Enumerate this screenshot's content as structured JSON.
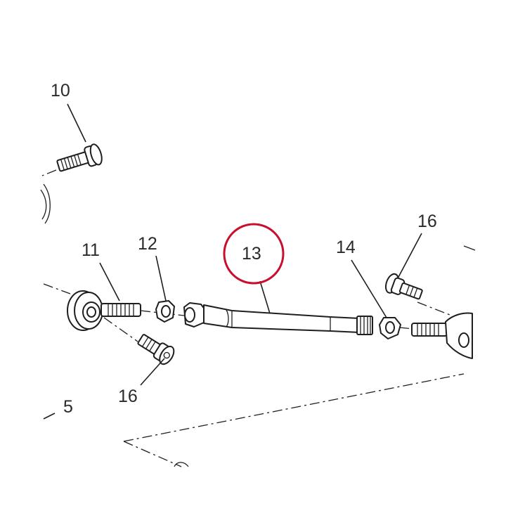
{
  "callouts": {
    "c10": "10",
    "c11": "11",
    "c12": "12",
    "c13": "13",
    "c14": "14",
    "c16_right": "16",
    "c16_left": "16",
    "c5": "5"
  },
  "highlight": {
    "target": "13",
    "color": "#c8102e"
  },
  "icons": {
    "bolt_10": "bolt",
    "bolt_11": "threaded-stud",
    "nut_12": "hex-nut",
    "rod_13": "tie-rod",
    "nut_14": "hex-nut",
    "screw_16": "button-head-screw",
    "rod_end": "rod-end-bearing"
  }
}
